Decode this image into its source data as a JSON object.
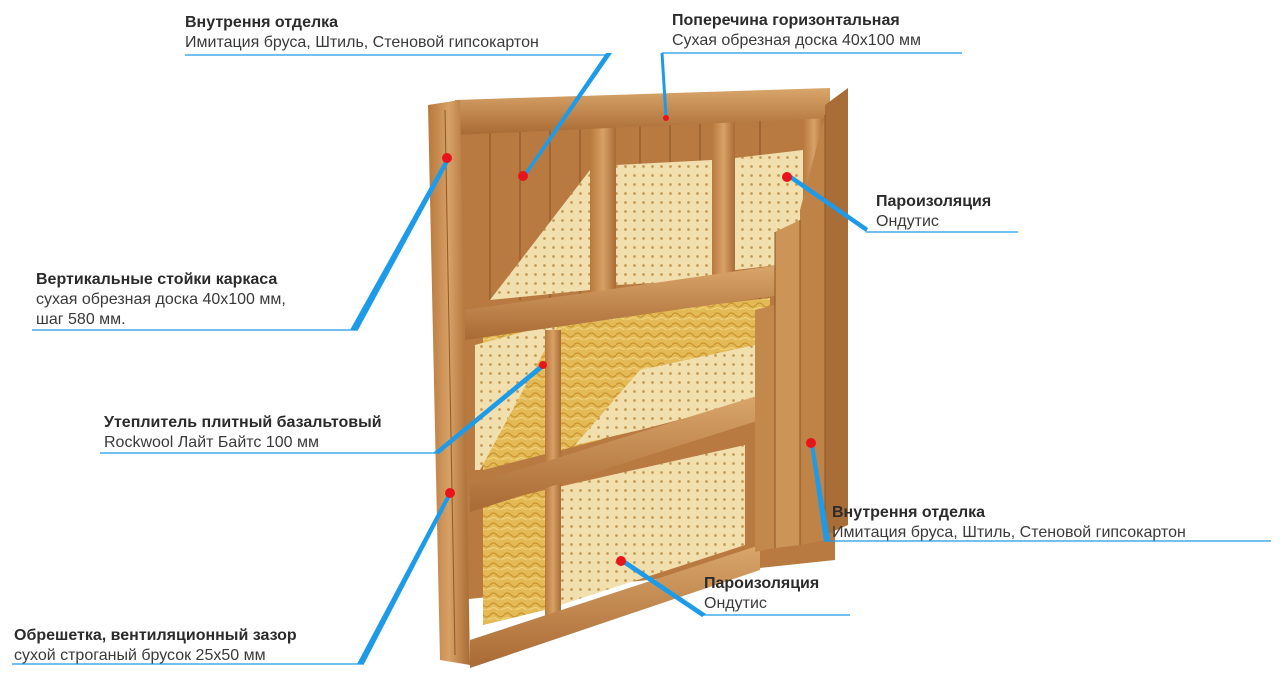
{
  "callouts": [
    {
      "title": "Внутрення отделка",
      "lines": [
        "Имитация бруса, Штиль, Стеновой гипсокартон"
      ]
    },
    {
      "title": "Поперечина горизонтальная",
      "lines": [
        "Сухая обрезная доска 40х100 мм"
      ]
    },
    {
      "title": "Пароизоляция",
      "lines": [
        "Ондутис"
      ]
    },
    {
      "title": "Вертикальные стойки каркаса",
      "lines": [
        "сухая обрезная доска 40х100 мм,",
        "шаг 580 мм."
      ]
    },
    {
      "title": "Утеплитель плитный базальтовый",
      "lines": [
        "Rockwool Лайт Байтс 100 мм"
      ]
    },
    {
      "title": "Внутрення отделка",
      "lines": [
        "Имитация бруса, Штиль, Стеновой гипсокартон"
      ]
    },
    {
      "title": "Пароизоляция",
      "lines": [
        "Ондутис"
      ]
    },
    {
      "title": "Обрешетка, вентиляционный зазор",
      "lines": [
        "сухой строганый брусок 25х50 мм"
      ]
    }
  ],
  "colors": {
    "leader": "#1e9be8",
    "dot": "#e8141c",
    "wood": "#c98a4a",
    "wood_dark": "#9c6230",
    "membrane": "#efdba6",
    "insulation": "#e1b64f"
  }
}
